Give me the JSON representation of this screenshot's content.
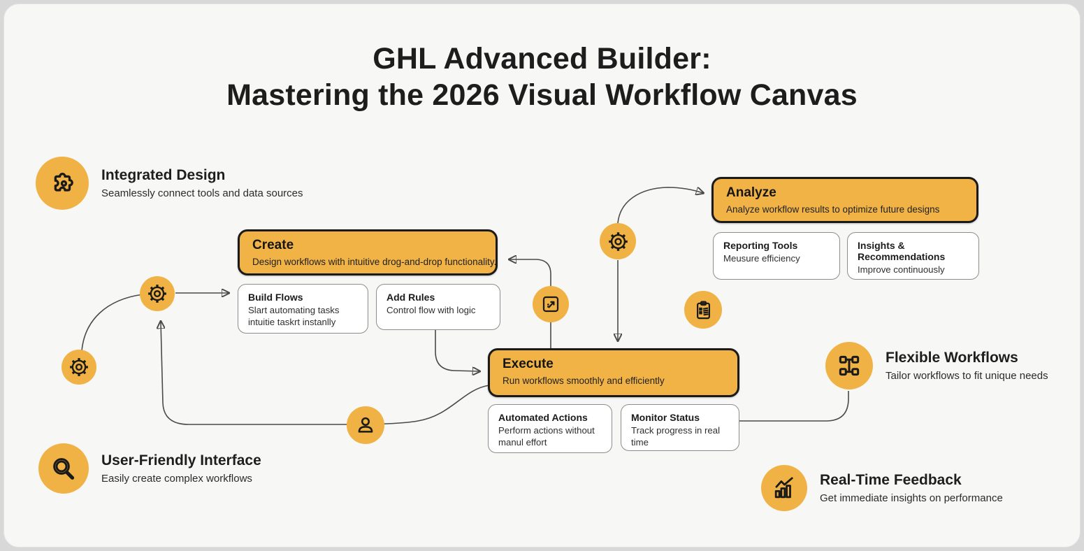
{
  "title": {
    "line1": "GHL Advanced Builder:",
    "line2": "Mastering the 2026 Visual Workflow Canvas"
  },
  "features": {
    "integrated_design": {
      "title": "Integrated Design",
      "subtitle": "Seamlessly connect tools and data sources",
      "icon": "puzzle-icon"
    },
    "user_friendly_interface": {
      "title": "User-Friendly Interface",
      "subtitle": "Easily create complex workflows",
      "icon": "magnifier-icon"
    },
    "flexible_workflows": {
      "title": "Flexible Workflows",
      "subtitle": "Tailor workflows to fit unique needs",
      "icon": "workflow-nodes-icon"
    },
    "real_time_feedback": {
      "title": "Real-Time Feedback",
      "subtitle": "Get immediate insights on performance",
      "icon": "bar-chart-icon"
    }
  },
  "flow": {
    "create": {
      "title": "Create",
      "subtitle": "Design workflows with intuitive drog-and-drop functionality."
    },
    "build_flows": {
      "title": "Build Flows",
      "subtitle": "Slart automating tasks intuitie taskrt instanlly"
    },
    "add_rules": {
      "title": "Add Rules",
      "subtitle": "Control flow with logic"
    },
    "execute": {
      "title": "Execute",
      "subtitle": "Run workflows smoothly and efficiently"
    },
    "automated_actions": {
      "title": "Automated Actions",
      "subtitle": "Perform actions without manul effort"
    },
    "monitor_status": {
      "title": "Monitor Status",
      "subtitle": "Track progress in real time"
    },
    "analyze": {
      "title": "Analyze",
      "subtitle": "Analyze workflow results to optimize future designs"
    },
    "reporting_tools": {
      "title": "Reporting Tools",
      "subtitle": "Meusure efficiency"
    },
    "insights_recommendations": {
      "title": "Insights & Recommendations",
      "subtitle": "Improve continuously"
    }
  },
  "connector_icons": [
    "gear-icon",
    "gear-icon",
    "person-icon",
    "edit-note-icon",
    "gear-icon",
    "clipboard-icon"
  ],
  "colors": {
    "accent_yellow": "#F1B346",
    "icon_circle_yellow": "#F0B244",
    "dark_border": "#1A1A1A",
    "white_box_border": "#8D8D8D",
    "background": "#F7F7F6",
    "text_dark": "#1D1D1D",
    "connector": "#4A4A4A"
  }
}
